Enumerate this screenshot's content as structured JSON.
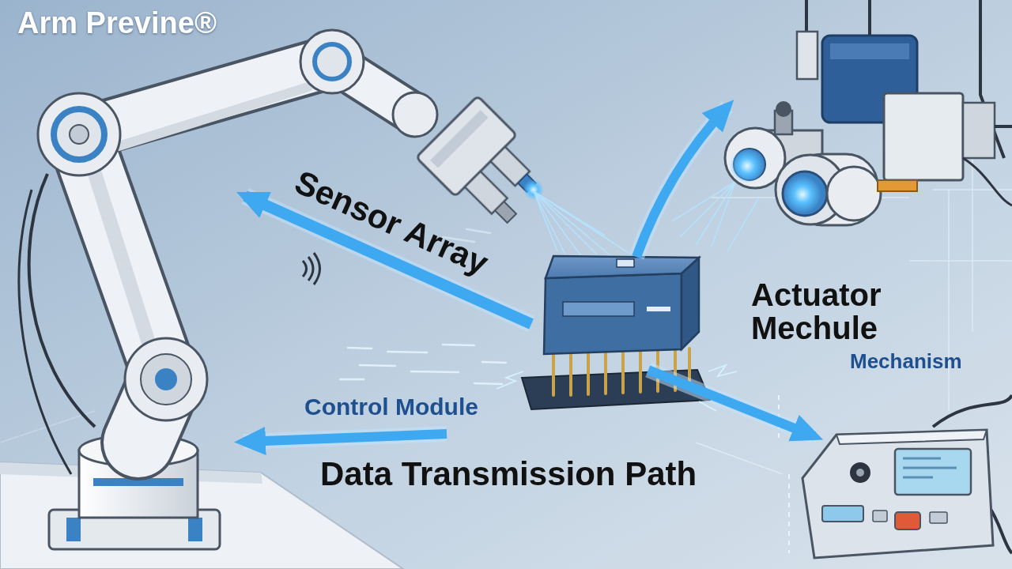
{
  "diagram": {
    "title": "Arm Previne®",
    "labels": [
      "Sensor Array",
      "Actuator Mechule",
      "Mechanism",
      "Control Module",
      "Data Transmission Path"
    ]
  }
}
